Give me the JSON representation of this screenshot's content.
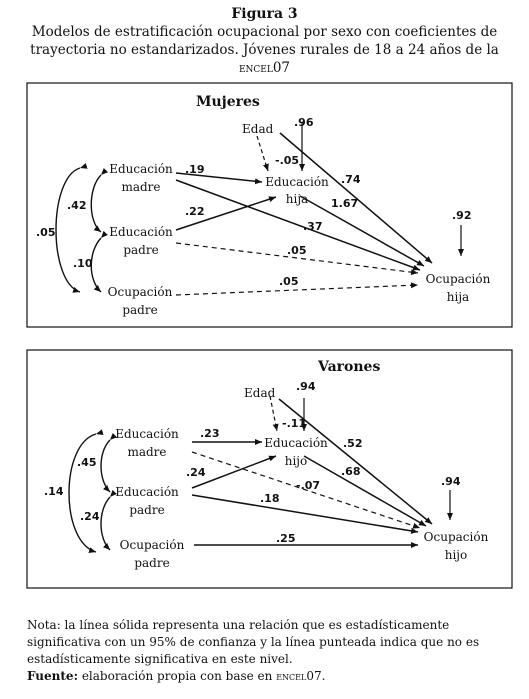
{
  "figure": {
    "label": "Figura 3",
    "caption_text": "Modelos de estratificación ocupacional por sexo con coeficientes de trayectoria no estandarizados. Jóvenes rurales de 18 a 24 años de la ",
    "caption_sc": "encel07"
  },
  "panels": [
    {
      "title": "Mujeres",
      "nodes": {
        "edad": "Edad",
        "edu_madre_1": "Educación",
        "edu_madre_2": "madre",
        "edu_padre_1": "Educación",
        "edu_padre_2": "padre",
        "ocu_padre_1": "Ocupación",
        "ocu_padre_2": "padre",
        "edu_hijo_1": "Educación",
        "edu_hijo_2": "hija",
        "ocu_hijo_1": "Ocupación",
        "ocu_hijo_2": "hija"
      },
      "coefficients": {
        "corr_outer": ".05",
        "corr_madre_padre": ".42",
        "corr_padre_ocup": ".10",
        "madre_edu": ".19",
        "padre_edu": ".22",
        "edad_edu": "-.05",
        "resid_edu": ".96",
        "edad_ocu": ".74",
        "edu_ocu": "1.67",
        "madre_ocu": ".37",
        "padre_ocu": ".05",
        "ocupadre_ocu": ".05",
        "resid_ocu": ".92"
      }
    },
    {
      "title": "Varones",
      "nodes": {
        "edad": "Edad",
        "edu_madre_1": "Educación",
        "edu_madre_2": "madre",
        "edu_padre_1": "Educación",
        "edu_padre_2": "padre",
        "ocu_padre_1": "Ocupación",
        "ocu_padre_2": "padre",
        "edu_hijo_1": "Educación",
        "edu_hijo_2": "hijo",
        "ocu_hijo_1": "Ocupación",
        "ocu_hijo_2": "hijo"
      },
      "coefficients": {
        "corr_outer": ".14",
        "corr_madre_padre": ".45",
        "corr_padre_ocup": ".24",
        "madre_edu": ".23",
        "padre_edu": ".24",
        "edad_edu": "-.11",
        "resid_edu": ".94",
        "edad_ocu": ".52",
        "edu_ocu": ".68",
        "madre_ocu": "-.07",
        "padre_ocu": ".18",
        "ocupadre_ocu": ".25",
        "resid_ocu": ".94"
      }
    }
  ],
  "note": "Nota: la línea sólida representa una relación que es estadísticamente significativa con un 95% de confianza y la línea punteada indica que no es estadísticamente significativa en este nivel.",
  "source": {
    "label": "Fuente:",
    "text": " elaboración propia con base en ",
    "sc": "encel",
    "end": "07."
  }
}
